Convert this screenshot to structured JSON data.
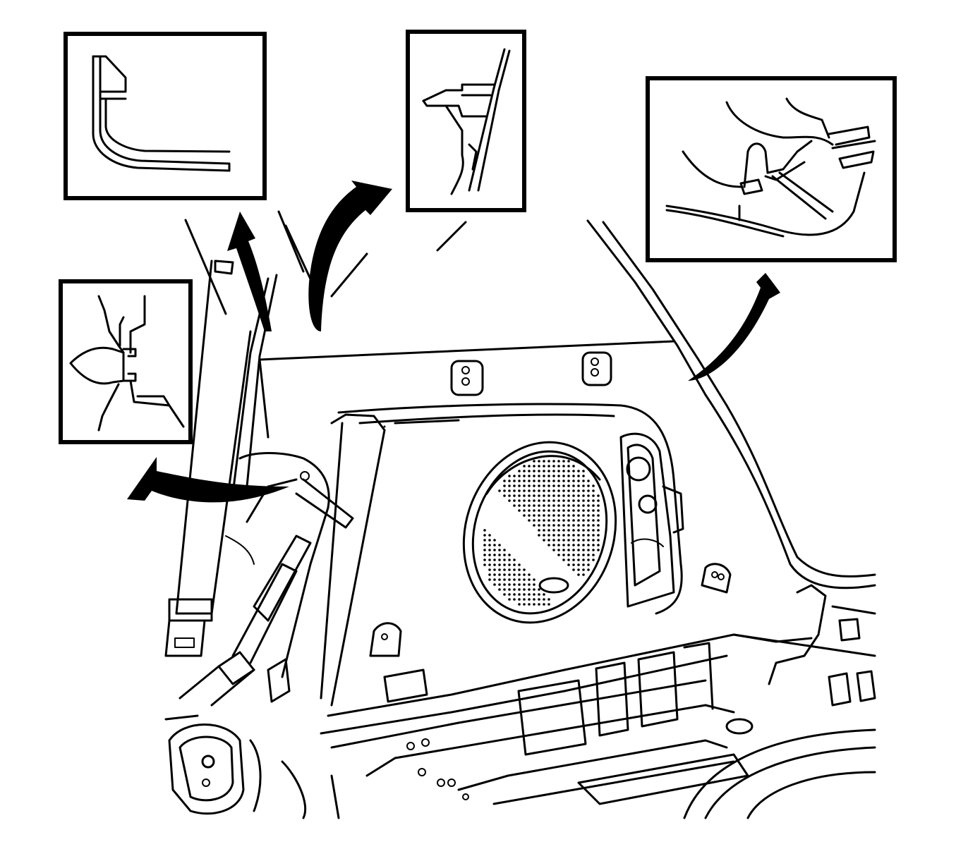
{
  "figure": {
    "description_role": "technical-illustration",
    "colors": {
      "stroke": "#000000",
      "background": "#ffffff"
    },
    "callouts": [
      {
        "id": "upper-left",
        "icon": "trim-edge-profile"
      },
      {
        "id": "upper-center",
        "icon": "retainer-clip-profile"
      },
      {
        "id": "right",
        "icon": "clip-fastener-detail"
      },
      {
        "id": "left",
        "icon": "push-pin-clip-detail"
      }
    ],
    "arrows": [
      "arrow-to-upper-left",
      "arrow-to-upper-center",
      "arrow-to-right",
      "arrow-to-left"
    ]
  }
}
